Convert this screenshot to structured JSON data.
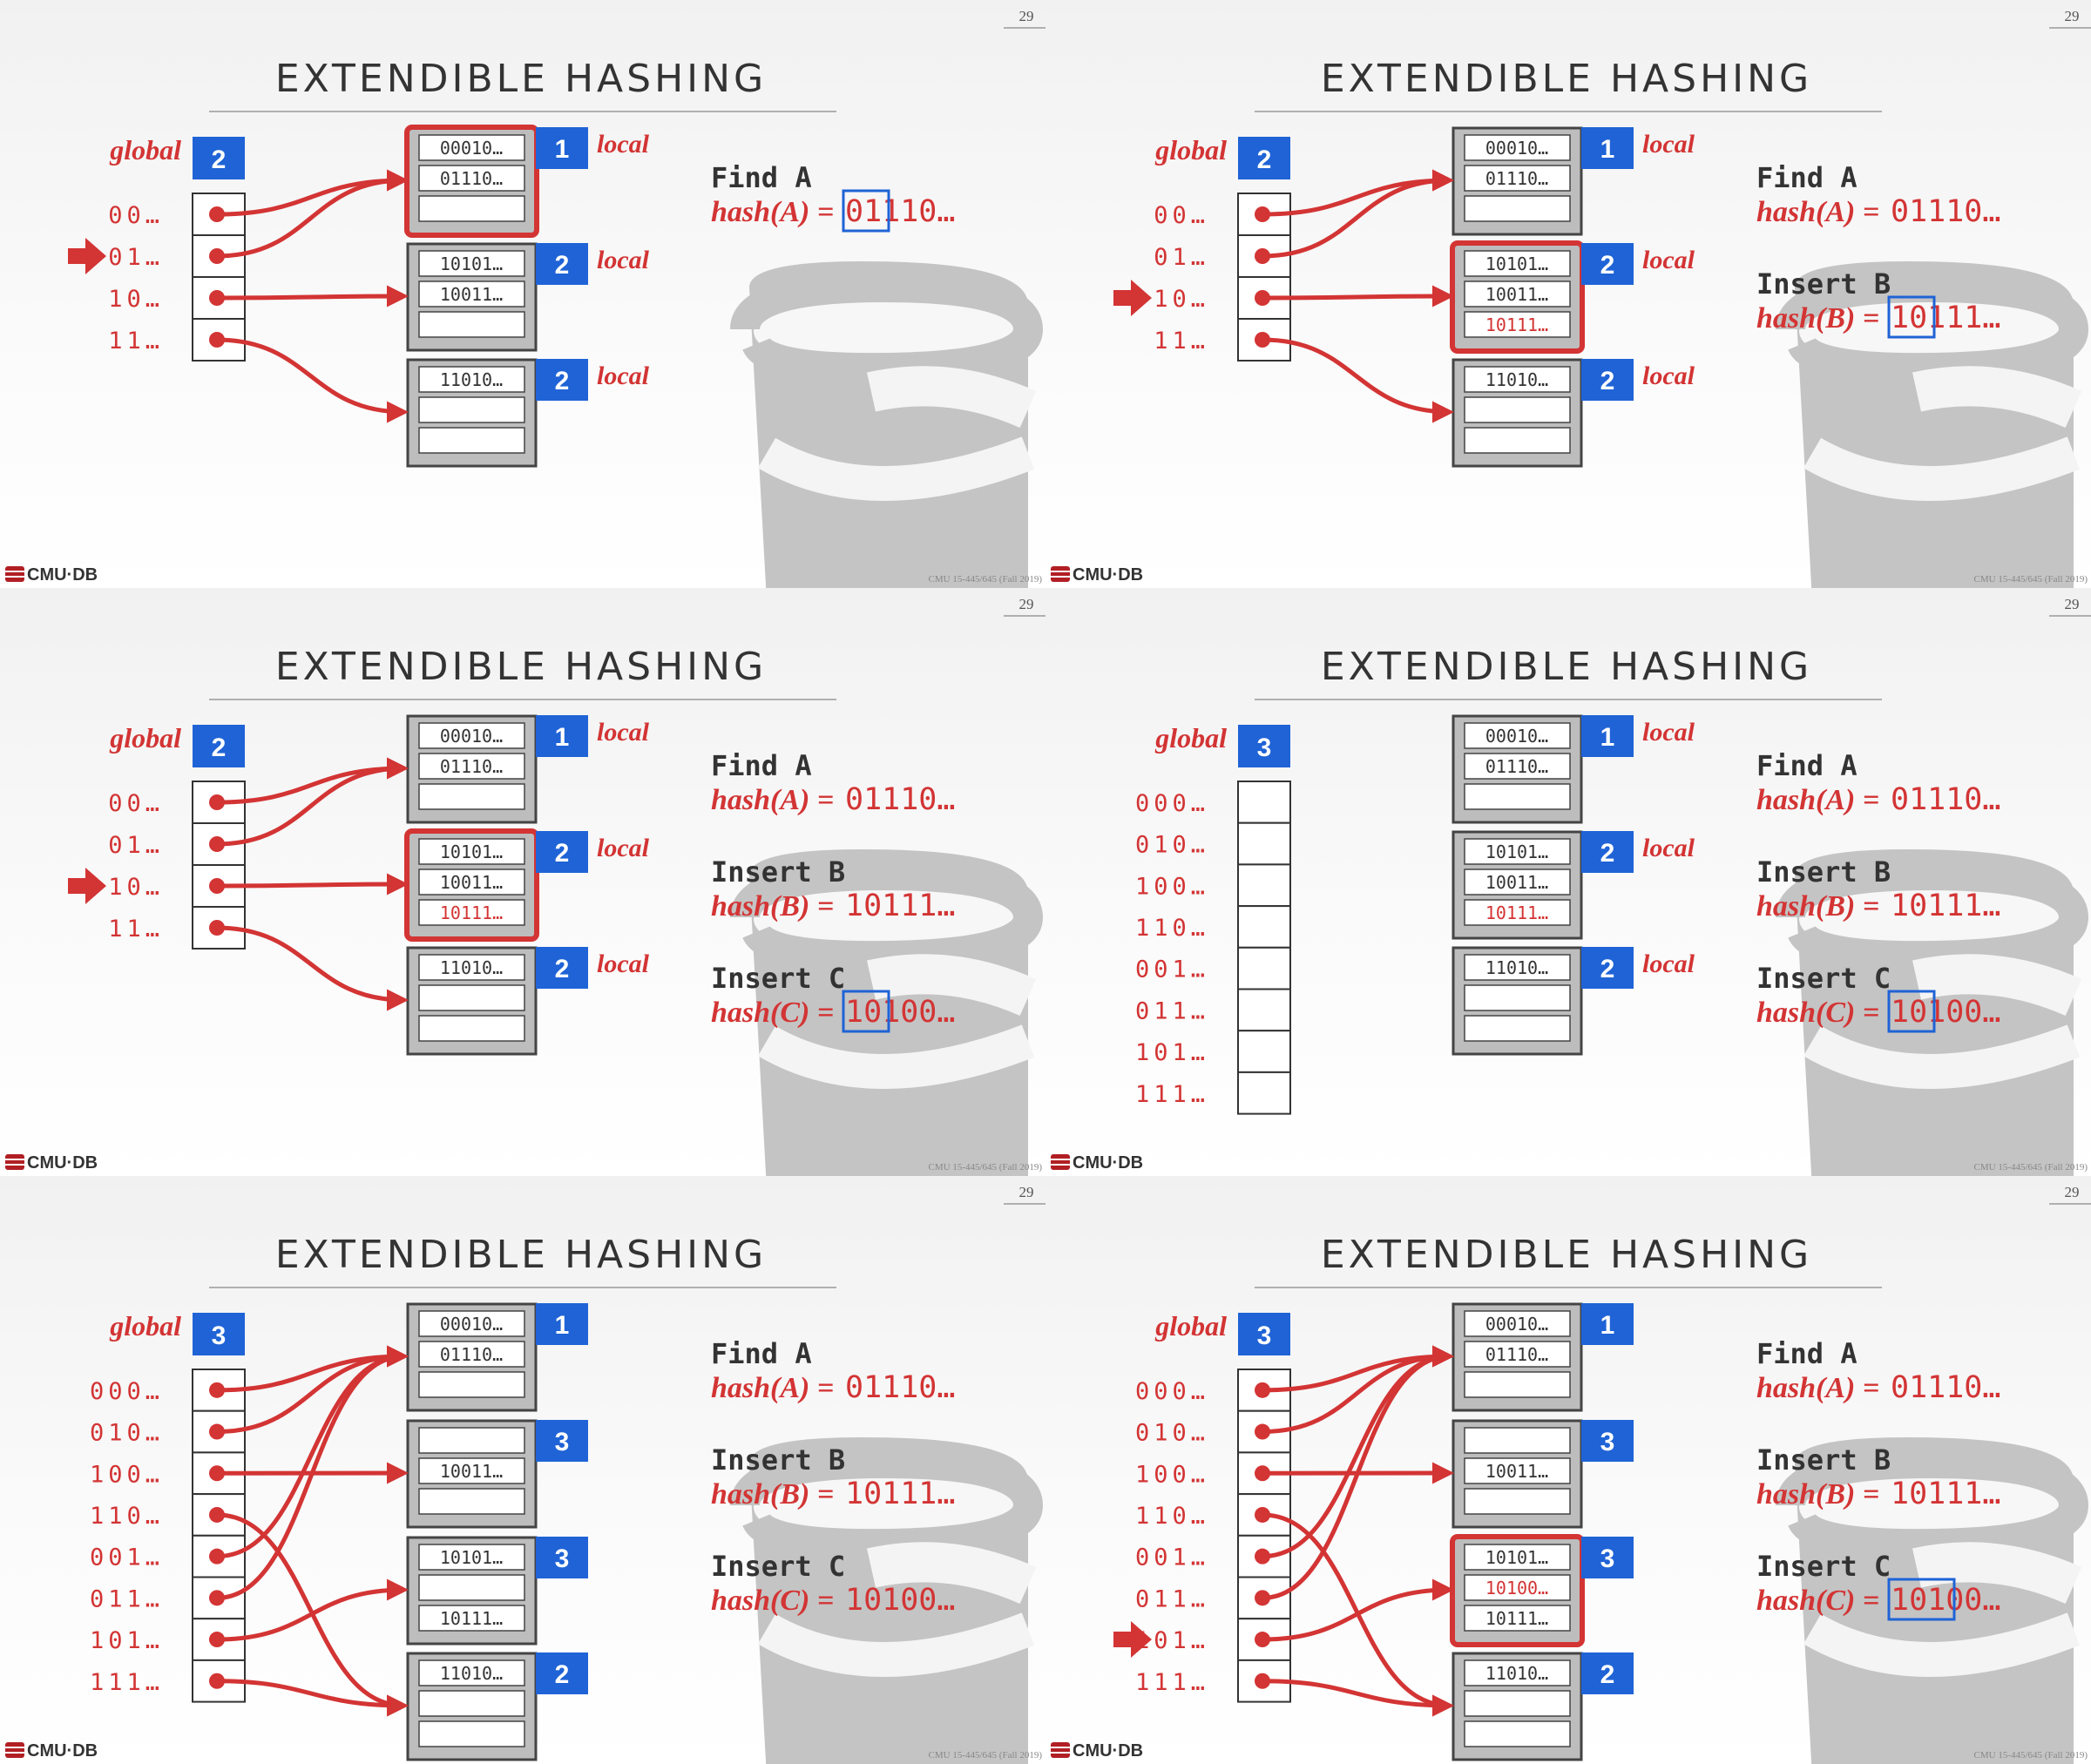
{
  "slides": [
    {
      "page_number": "29",
      "title": "EXTENDIBLE HASHING",
      "global_label": "global",
      "global_depth": "2",
      "directory": [
        {
          "label": "00…",
          "target": 0
        },
        {
          "label": "01…",
          "target": 0
        },
        {
          "label": "10…",
          "target": 1
        },
        {
          "label": "11…",
          "target": 2
        }
      ],
      "pointer_arrow_row": 1,
      "buckets": [
        {
          "local_depth": "1",
          "local_label": "local",
          "entries": [
            "00010…",
            "01110…",
            ""
          ],
          "highlight": true,
          "new_entry": -1
        },
        {
          "local_depth": "2",
          "local_label": "local",
          "entries": [
            "10101…",
            "10011…",
            ""
          ],
          "highlight": false,
          "new_entry": -1
        },
        {
          "local_depth": "2",
          "local_label": "local",
          "entries": [
            "11010…",
            "",
            ""
          ],
          "highlight": false,
          "new_entry": -1
        }
      ],
      "ops": [
        {
          "op": "Find A",
          "hash_label": "hash(A) =",
          "hash_value": "01110…",
          "boxed_digits": 2
        }
      ],
      "footer": "CMU 15-445/645 (Fall 2019)",
      "logo": "CMU·DB"
    },
    {
      "page_number": "29",
      "title": "EXTENDIBLE HASHING",
      "global_label": "global",
      "global_depth": "2",
      "directory": [
        {
          "label": "00…",
          "target": 0
        },
        {
          "label": "01…",
          "target": 0
        },
        {
          "label": "10…",
          "target": 1
        },
        {
          "label": "11…",
          "target": 2
        }
      ],
      "pointer_arrow_row": 2,
      "buckets": [
        {
          "local_depth": "1",
          "local_label": "local",
          "entries": [
            "00010…",
            "01110…",
            ""
          ],
          "highlight": false,
          "new_entry": -1
        },
        {
          "local_depth": "2",
          "local_label": "local",
          "entries": [
            "10101…",
            "10011…",
            "10111…"
          ],
          "highlight": true,
          "new_entry": 2
        },
        {
          "local_depth": "2",
          "local_label": "local",
          "entries": [
            "11010…",
            "",
            ""
          ],
          "highlight": false,
          "new_entry": -1
        }
      ],
      "ops": [
        {
          "op": "Find A",
          "hash_label": "hash(A) =",
          "hash_value": "01110…",
          "boxed_digits": 0
        },
        {
          "op": "Insert B",
          "hash_label": "hash(B) =",
          "hash_value": "10111…",
          "boxed_digits": 2
        }
      ],
      "footer": "CMU 15-445/645 (Fall 2019)",
      "logo": "CMU·DB"
    },
    {
      "page_number": "29",
      "title": "EXTENDIBLE HASHING",
      "global_label": "global",
      "global_depth": "2",
      "directory": [
        {
          "label": "00…",
          "target": 0
        },
        {
          "label": "01…",
          "target": 0
        },
        {
          "label": "10…",
          "target": 1
        },
        {
          "label": "11…",
          "target": 2
        }
      ],
      "pointer_arrow_row": 2,
      "buckets": [
        {
          "local_depth": "1",
          "local_label": "local",
          "entries": [
            "00010…",
            "01110…",
            ""
          ],
          "highlight": false,
          "new_entry": -1
        },
        {
          "local_depth": "2",
          "local_label": "local",
          "entries": [
            "10101…",
            "10011…",
            "10111…"
          ],
          "highlight": true,
          "new_entry": 2
        },
        {
          "local_depth": "2",
          "local_label": "local",
          "entries": [
            "11010…",
            "",
            ""
          ],
          "highlight": false,
          "new_entry": -1
        }
      ],
      "ops": [
        {
          "op": "Find A",
          "hash_label": "hash(A) =",
          "hash_value": "01110…",
          "boxed_digits": 0
        },
        {
          "op": "Insert B",
          "hash_label": "hash(B) =",
          "hash_value": "10111…",
          "boxed_digits": 0
        },
        {
          "op": "Insert C",
          "hash_label": "hash(C) =",
          "hash_value": "10100…",
          "boxed_digits": 2
        }
      ],
      "footer": "CMU 15-445/645 (Fall 2019)",
      "logo": "CMU·DB"
    },
    {
      "page_number": "29",
      "title": "EXTENDIBLE HASHING",
      "global_label": "global",
      "global_depth": "3",
      "directory": [
        {
          "label": "000…",
          "target": -1
        },
        {
          "label": "010…",
          "target": -1
        },
        {
          "label": "100…",
          "target": -1
        },
        {
          "label": "110…",
          "target": -1
        },
        {
          "label": "001…",
          "target": -1
        },
        {
          "label": "011…",
          "target": -1
        },
        {
          "label": "101…",
          "target": -1
        },
        {
          "label": "111…",
          "target": -1
        }
      ],
      "pointer_arrow_row": -1,
      "buckets": [
        {
          "local_depth": "1",
          "local_label": "local",
          "entries": [
            "00010…",
            "01110…",
            ""
          ],
          "highlight": false,
          "new_entry": -1
        },
        {
          "local_depth": "2",
          "local_label": "local",
          "entries": [
            "10101…",
            "10011…",
            "10111…"
          ],
          "highlight": false,
          "new_entry": 2
        },
        {
          "local_depth": "2",
          "local_label": "local",
          "entries": [
            "11010…",
            "",
            ""
          ],
          "highlight": false,
          "new_entry": -1
        }
      ],
      "ops": [
        {
          "op": "Find A",
          "hash_label": "hash(A) =",
          "hash_value": "01110…",
          "boxed_digits": 0
        },
        {
          "op": "Insert B",
          "hash_label": "hash(B) =",
          "hash_value": "10111…",
          "boxed_digits": 0
        },
        {
          "op": "Insert C",
          "hash_label": "hash(C) =",
          "hash_value": "10100…",
          "boxed_digits": 2
        }
      ],
      "footer": "CMU 15-445/645 (Fall 2019)",
      "logo": "CMU·DB"
    },
    {
      "page_number": "29",
      "title": "EXTENDIBLE HASHING",
      "global_label": "global",
      "global_depth": "3",
      "directory": [
        {
          "label": "000…",
          "target": 0
        },
        {
          "label": "010…",
          "target": 0
        },
        {
          "label": "100…",
          "target": 1
        },
        {
          "label": "110…",
          "target": 3
        },
        {
          "label": "001…",
          "target": 0
        },
        {
          "label": "011…",
          "target": 0
        },
        {
          "label": "101…",
          "target": 2
        },
        {
          "label": "111…",
          "target": 3
        }
      ],
      "pointer_arrow_row": -1,
      "buckets": [
        {
          "local_depth": "1",
          "local_label": "",
          "entries": [
            "00010…",
            "01110…",
            ""
          ],
          "highlight": false,
          "new_entry": -1
        },
        {
          "local_depth": "3",
          "local_label": "",
          "entries": [
            "",
            "10011…",
            ""
          ],
          "highlight": false,
          "new_entry": -1
        },
        {
          "local_depth": "3",
          "local_label": "",
          "entries": [
            "10101…",
            "",
            "10111…"
          ],
          "highlight": false,
          "new_entry": -1
        },
        {
          "local_depth": "2",
          "local_label": "",
          "entries": [
            "11010…",
            "",
            ""
          ],
          "highlight": false,
          "new_entry": -1
        }
      ],
      "ops": [
        {
          "op": "Find A",
          "hash_label": "hash(A) =",
          "hash_value": "01110…",
          "boxed_digits": 0
        },
        {
          "op": "Insert B",
          "hash_label": "hash(B) =",
          "hash_value": "10111…",
          "boxed_digits": 0
        },
        {
          "op": "Insert C",
          "hash_label": "hash(C) =",
          "hash_value": "10100…",
          "boxed_digits": 0
        }
      ],
      "footer": "CMU 15-445/645 (Fall 2019)",
      "logo": "CMU·DB"
    },
    {
      "page_number": "29",
      "title": "EXTENDIBLE HASHING",
      "global_label": "global",
      "global_depth": "3",
      "directory": [
        {
          "label": "000…",
          "target": 0
        },
        {
          "label": "010…",
          "target": 0
        },
        {
          "label": "100…",
          "target": 1
        },
        {
          "label": "110…",
          "target": 3
        },
        {
          "label": "001…",
          "target": 0
        },
        {
          "label": "011…",
          "target": 0
        },
        {
          "label": "101…",
          "target": 2
        },
        {
          "label": "111…",
          "target": 3
        }
      ],
      "pointer_arrow_row": 6,
      "buckets": [
        {
          "local_depth": "1",
          "local_label": "",
          "entries": [
            "00010…",
            "01110…",
            ""
          ],
          "highlight": false,
          "new_entry": -1
        },
        {
          "local_depth": "3",
          "local_label": "",
          "entries": [
            "",
            "10011…",
            ""
          ],
          "highlight": false,
          "new_entry": -1
        },
        {
          "local_depth": "3",
          "local_label": "",
          "entries": [
            "10101…",
            "10100…",
            "10111…"
          ],
          "highlight": true,
          "new_entry": 1
        },
        {
          "local_depth": "2",
          "local_label": "",
          "entries": [
            "11010…",
            "",
            ""
          ],
          "highlight": false,
          "new_entry": -1
        }
      ],
      "ops": [
        {
          "op": "Find A",
          "hash_label": "hash(A) =",
          "hash_value": "01110…",
          "boxed_digits": 0
        },
        {
          "op": "Insert B",
          "hash_label": "hash(B) =",
          "hash_value": "10111…",
          "boxed_digits": 0
        },
        {
          "op": "Insert C",
          "hash_label": "hash(C) =",
          "hash_value": "10100…",
          "boxed_digits": 3
        }
      ],
      "footer": "CMU 15-445/645 (Fall 2019)",
      "logo": "CMU·DB"
    }
  ],
  "colors": {
    "red": "#d33434",
    "blue": "#1f63d6",
    "bucket_gray": "#bdbdbd",
    "watermark": "#c4c4c4"
  }
}
